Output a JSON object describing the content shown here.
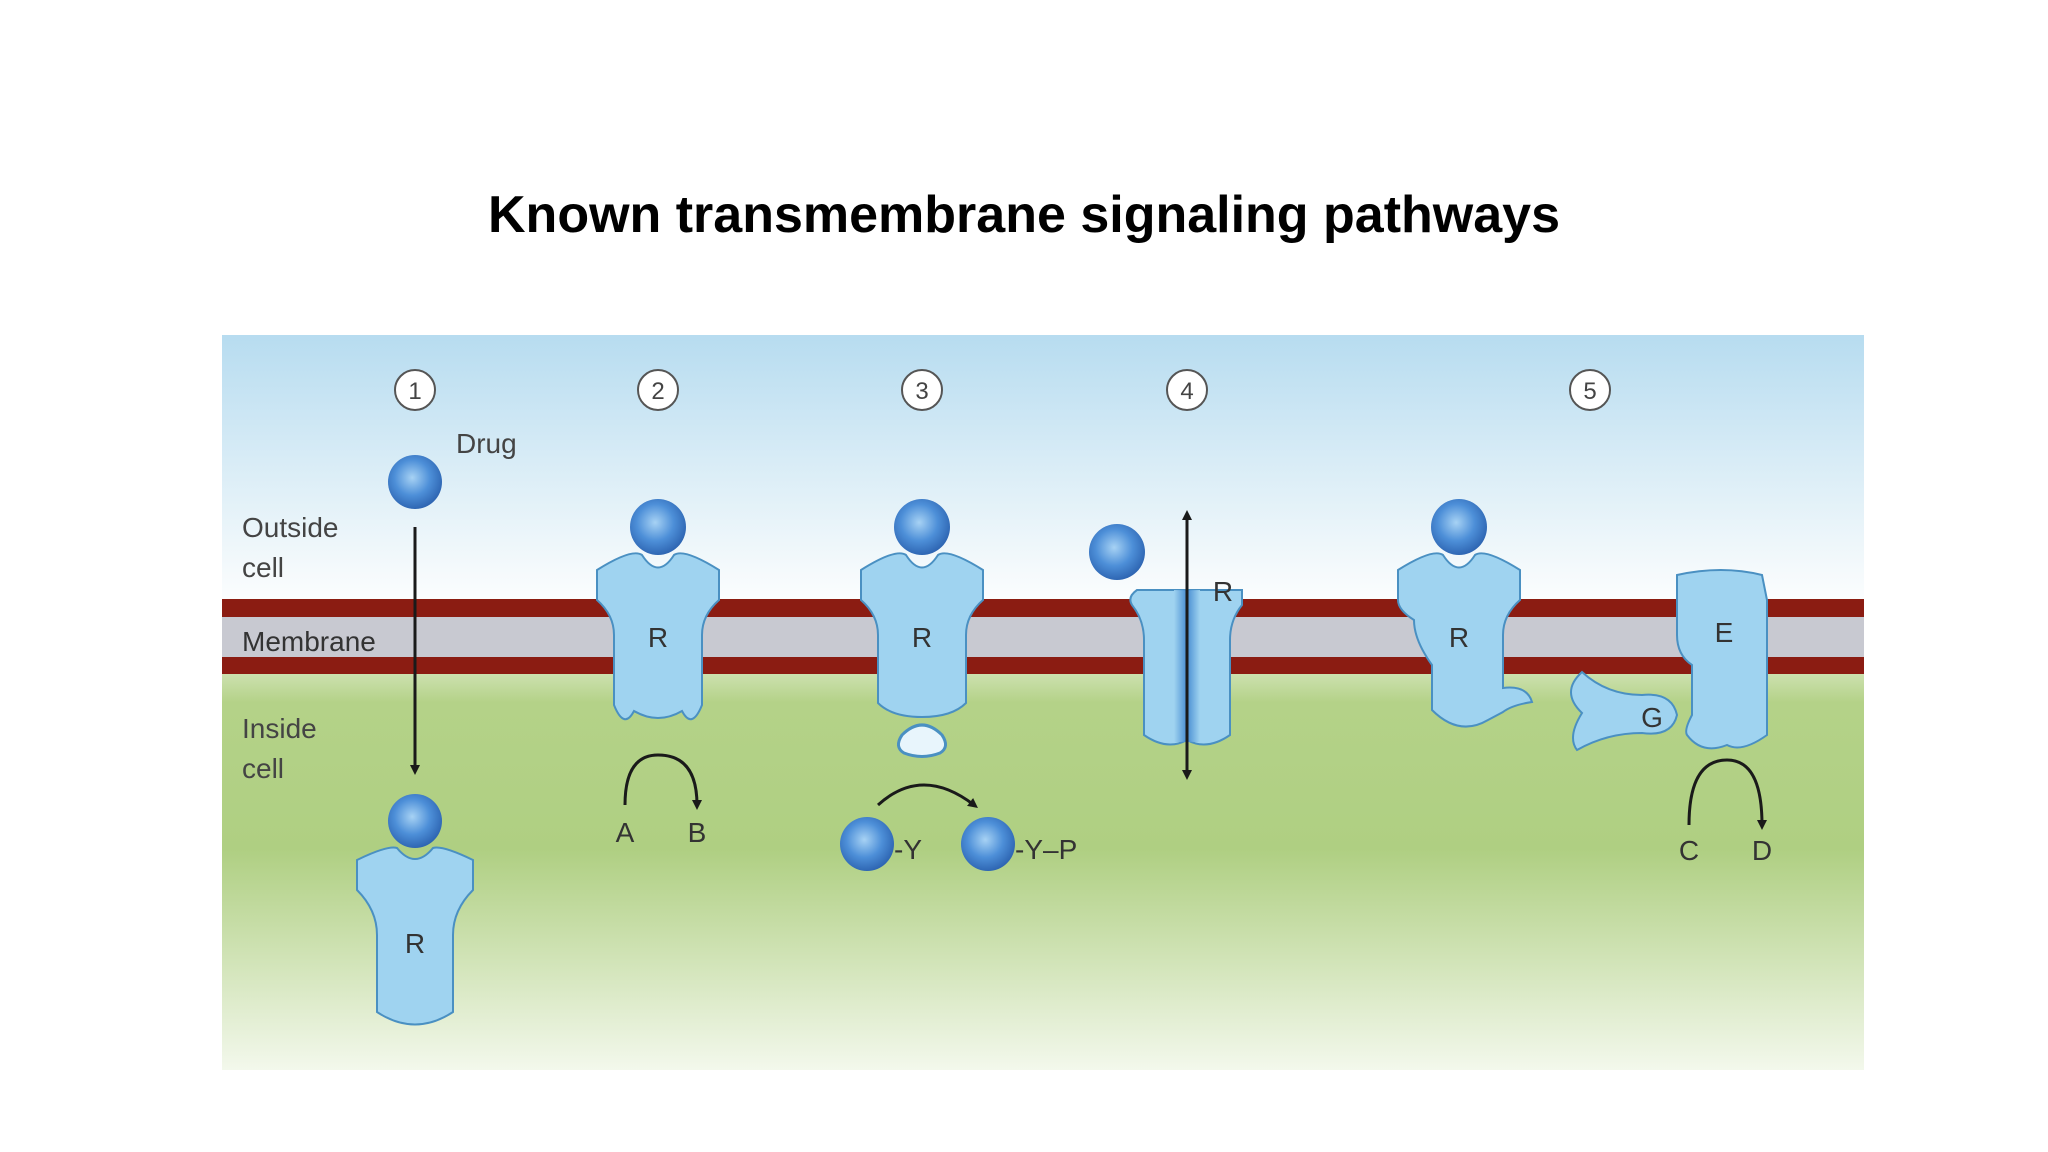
{
  "slide": {
    "title": "Known transmembrane signaling pathways"
  },
  "figure": {
    "regions": {
      "outside": [
        "Outside",
        "cell"
      ],
      "membrane": "Membrane",
      "inside": [
        "Inside",
        "cell"
      ]
    },
    "drug_label": "Drug",
    "pathways": [
      {
        "number": "1",
        "receptor": "R"
      },
      {
        "number": "2",
        "receptor": "R",
        "from": "A",
        "to": "B"
      },
      {
        "number": "3",
        "receptor": "R",
        "substrate": "-Y",
        "product": "-Y–P"
      },
      {
        "number": "4",
        "receptor": "R"
      },
      {
        "number": "5",
        "receptor": "R",
        "g_protein": "G",
        "effector": "E",
        "from": "C",
        "to": "D"
      }
    ],
    "colors": {
      "sky": "#b9dcef",
      "membrane_core": "#c8c9d1",
      "membrane_edge": "#8b1c12",
      "cytoplasm": "#a9c97c",
      "receptor_fill": "#9fd3f0",
      "receptor_stroke": "#4a90c2",
      "drug": "#3d7fd0",
      "arrow": "#1a1a1a"
    }
  }
}
